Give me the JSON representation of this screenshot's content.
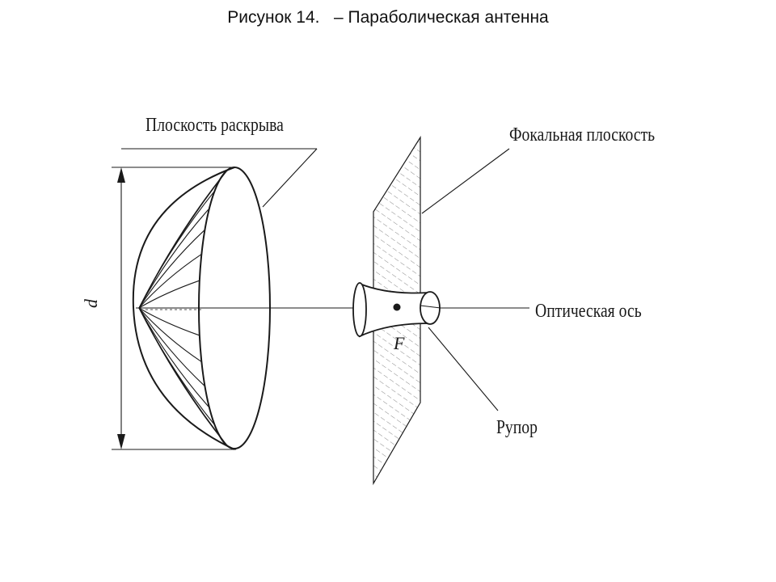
{
  "caption": "Рисунок 14.   – Параболическая антенна",
  "labels": {
    "aperture_plane": "Плоскость раскрыва",
    "focal_plane": "Фокальная плоскость",
    "optical_axis": "Оптическая ось",
    "horn": "Рупор",
    "diameter": "d",
    "focus": "F"
  },
  "colors": {
    "ink": "#1a1a1a",
    "hatch": "#7a7a7a"
  }
}
